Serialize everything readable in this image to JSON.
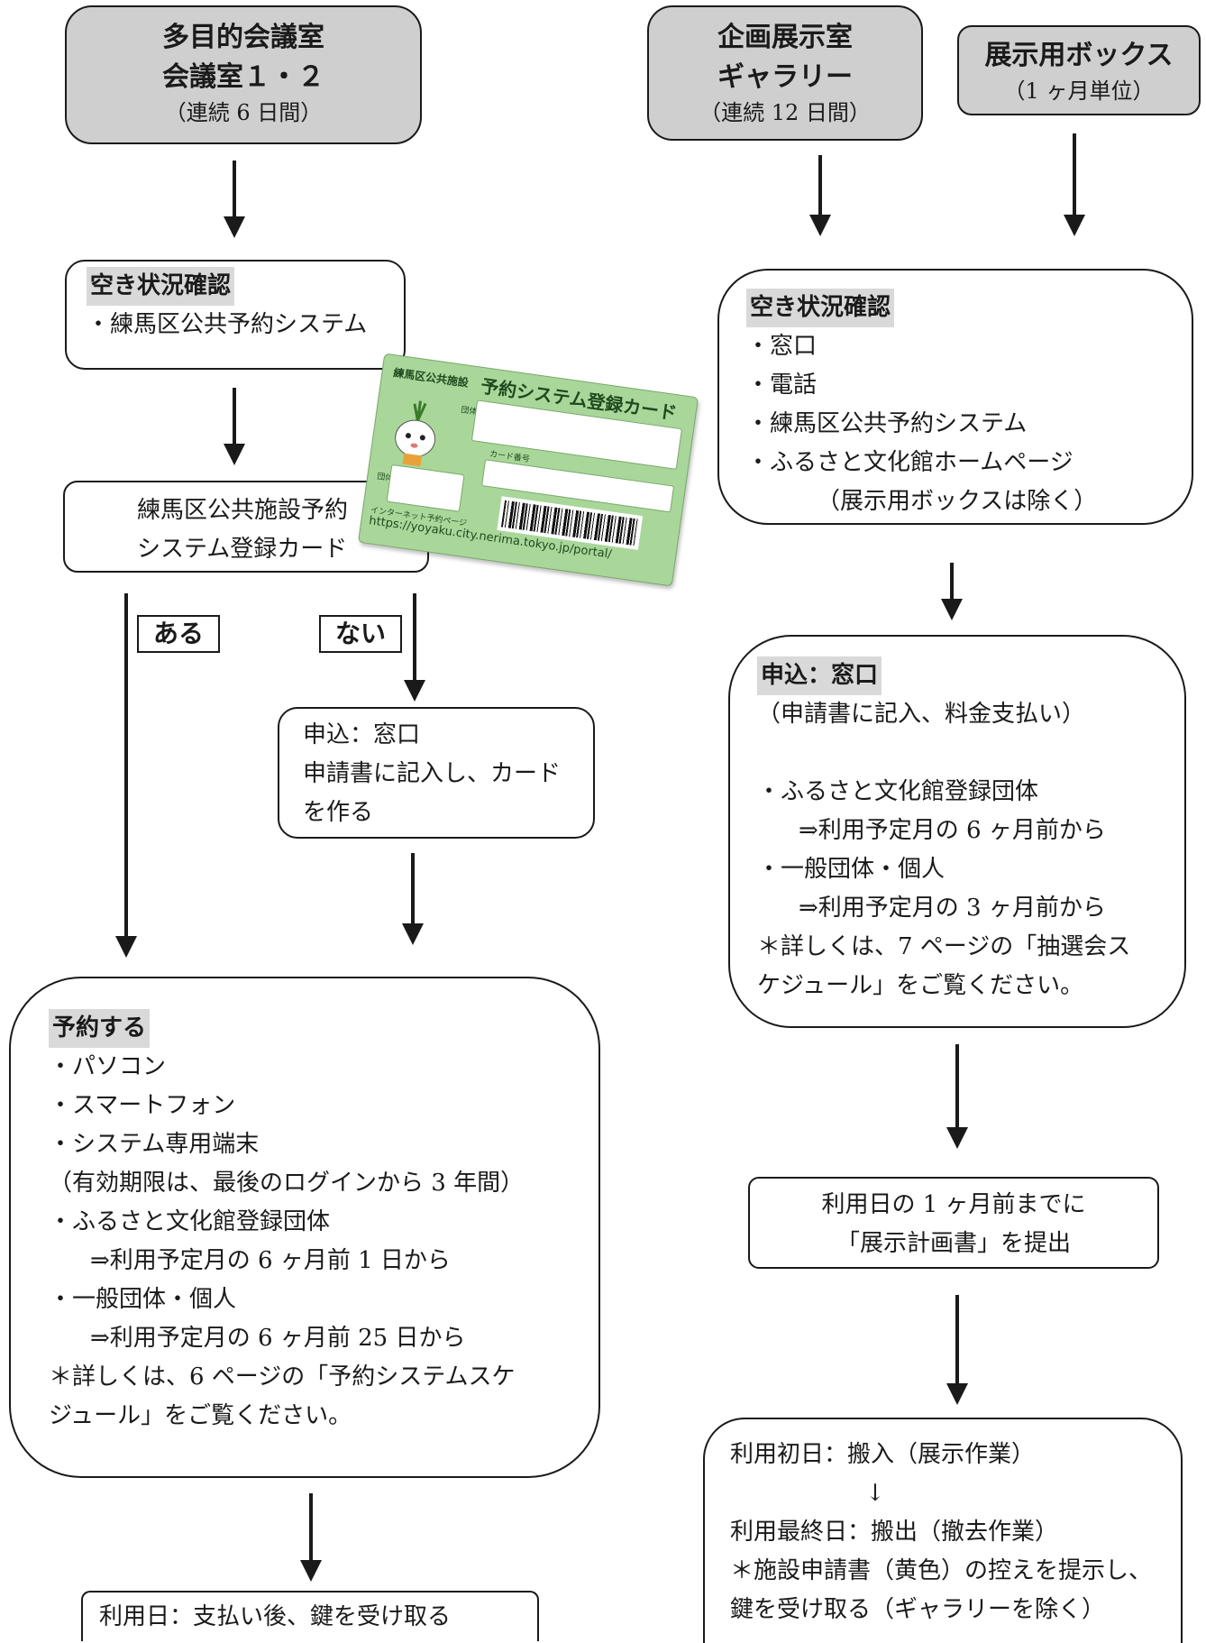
{
  "left": {
    "start": {
      "title1": "多目的会議室",
      "title2": "会議室１・２",
      "period": "（連続 6 日間）"
    },
    "check": {
      "heading": "空き状況確認",
      "item": "・練馬区公共予約システム"
    },
    "card_question": {
      "line1": "練馬区公共施設予約",
      "line2": "システム登録カード"
    },
    "yes_label": "ある",
    "no_label": "ない",
    "apply": {
      "line1": "申込：窓口",
      "line2": "申請書に記入し、カード",
      "line3": "を作る"
    },
    "reserve": {
      "heading": "予約する",
      "lines": [
        "・パソコン",
        "・スマートフォン",
        "・システム専用端末",
        "（有効期限は、最後のログインから 3 年間）",
        "・ふるさと文化館登録団体",
        "⇒利用予定月の 6 ヶ月前 1 日から",
        "・一般団体・個人",
        "⇒利用予定月の 6 ヶ月前 25 日から",
        "＊詳しくは、6 ページの「予約システムスケ",
        "ジュール」をご覧ください。"
      ]
    },
    "use_day": "利用日：支払い後、鍵を受け取る"
  },
  "card": {
    "org": "練馬区公共施設",
    "title": "予約システム登録カード",
    "field_group": "団体名",
    "field_number": "カード番号",
    "field_reg": "団体登録",
    "net_label": "インターネット予約ページ",
    "url": "https://yoyaku.city.nerima.tokyo.jp/portal/"
  },
  "right": {
    "start_gallery": {
      "title1": "企画展示室",
      "title2": "ギャラリー",
      "period": "（連続 12 日間）"
    },
    "start_box": {
      "title": "展示用ボックス",
      "period": "（1 ヶ月単位）"
    },
    "check": {
      "heading": "空き状況確認",
      "items": [
        "・窓口",
        "・電話",
        "・練馬区公共予約システム",
        "・ふるさと文化館ホームページ",
        "（展示用ボックスは除く）"
      ]
    },
    "apply": {
      "heading": "申込：窓口",
      "lines": [
        "（申請書に記入、料金支払い）",
        "",
        "・ふるさと文化館登録団体",
        "⇒利用予定月の 6 ヶ月前から",
        "・一般団体・個人",
        "⇒利用予定月の 3 ヶ月前から",
        "＊詳しくは、7 ページの「抽選会ス",
        "ケジュール」をご覧ください。"
      ]
    },
    "plan": {
      "line1": "利用日の 1 ヶ月前までに",
      "line2": "「展示計画書」を提出"
    },
    "final": {
      "lines": [
        "利用初日：搬入（展示作業）",
        "↓",
        "利用最終日：搬出（撤去作業）",
        "＊施設申請書（黄色）の控えを提示し、",
        "鍵を受け取る（ギャラリーを除く）"
      ]
    }
  }
}
